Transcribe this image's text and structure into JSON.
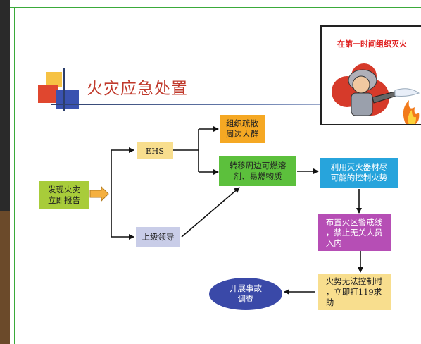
{
  "slide": {
    "title": "火灾应急处置",
    "poster_caption": "在第一时间组织灭火"
  },
  "nodes": {
    "report": [
      "发现火灾",
      "立即报告"
    ],
    "ehs": "EHS",
    "leader": "上级领导",
    "evacuate": [
      "组织疏散",
      "周边人群"
    ],
    "transfer": [
      "转移周边可燃溶",
      "剂、易燃物质"
    ],
    "extinguish": [
      "利用灭火器材尽",
      "可能的控制火势"
    ],
    "cordon": [
      "布置火区警戒线",
      "，禁止无关人员",
      "入内"
    ],
    "call": [
      "火势无法控制时",
      "，立即打119求",
      "助"
    ],
    "investigate": [
      "开展事故",
      "调查"
    ]
  },
  "colors": {
    "title": "#c0392b",
    "report": "#a8cc3a",
    "ehs": "#f8de8e",
    "evacuate": "#f5a823",
    "transfer": "#5cc03c",
    "extinguish": "#27a4dc",
    "cordon": "#b64eb5",
    "call": "#f8de8e",
    "leader": "#c9cde8",
    "investigate": "#3a49a8",
    "frame": "#3aaa3a"
  }
}
